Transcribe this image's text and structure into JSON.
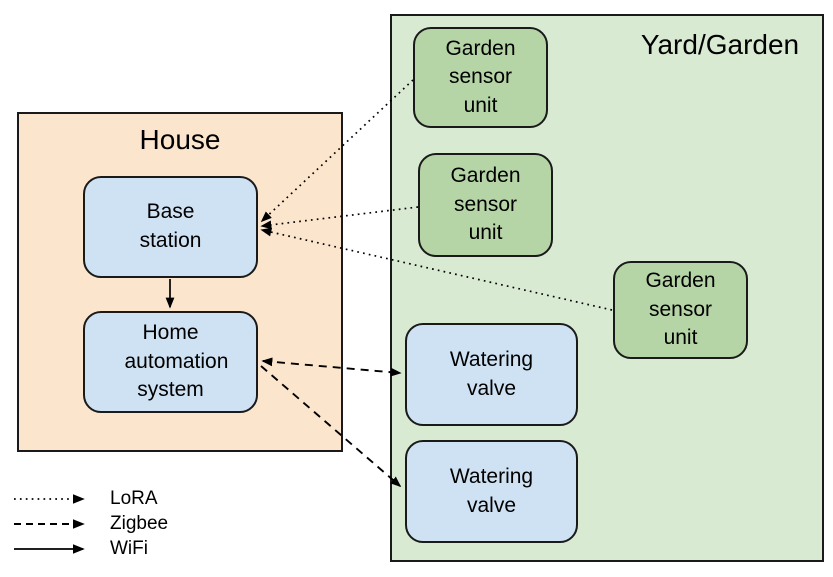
{
  "containers": {
    "house": {
      "label": "House"
    },
    "yard": {
      "label": "Yard/Garden"
    }
  },
  "nodes": [
    {
      "id": "base-station",
      "label": "Base station",
      "fill": "#cfe2f3"
    },
    {
      "id": "home-automation-system",
      "label": "Home automation system",
      "fill": "#cfe2f3"
    },
    {
      "id": "garden-sensor-unit-1",
      "label": "Garden sensor unit",
      "fill": "#b5d5a6"
    },
    {
      "id": "garden-sensor-unit-2",
      "label": "Garden sensor unit",
      "fill": "#b5d5a6"
    },
    {
      "id": "garden-sensor-unit-3",
      "label": "Garden sensor unit",
      "fill": "#b5d5a6"
    },
    {
      "id": "watering-valve-1",
      "label": "Watering valve",
      "fill": "#cfe2f3"
    },
    {
      "id": "watering-valve-2",
      "label": "Watering valve",
      "fill": "#cfe2f3"
    }
  ],
  "connections": [
    {
      "from": "garden-sensor-unit-1",
      "to": "base-station",
      "protocol": "LoRA",
      "style": "dotted"
    },
    {
      "from": "garden-sensor-unit-2",
      "to": "base-station",
      "protocol": "LoRA",
      "style": "dotted"
    },
    {
      "from": "garden-sensor-unit-3",
      "to": "base-station",
      "protocol": "LoRA",
      "style": "dotted"
    },
    {
      "from": "base-station",
      "to": "home-automation-system",
      "protocol": "WiFi",
      "style": "solid"
    },
    {
      "from": "home-automation-system",
      "to": "watering-valve-1",
      "protocol": "Zigbee",
      "style": "dashed",
      "bidirectional": true
    },
    {
      "from": "home-automation-system",
      "to": "watering-valve-2",
      "protocol": "Zigbee",
      "style": "dashed"
    }
  ],
  "legend": [
    {
      "style": "dotted",
      "protocol": "LoRA"
    },
    {
      "style": "dashed",
      "protocol": "Zigbee"
    },
    {
      "style": "solid",
      "protocol": "WiFi"
    }
  ],
  "colors": {
    "house_fill": "#fce5cd",
    "yard_fill": "#d9ead3",
    "blue_node_fill": "#cfe2f3",
    "green_node_fill": "#b5d5a6",
    "border": "#1a1a1a",
    "line": "#000000",
    "text": "#000000"
  }
}
